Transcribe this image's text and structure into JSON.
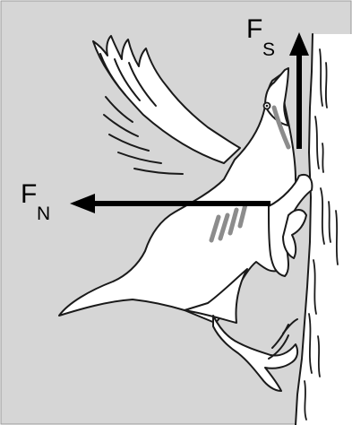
{
  "figure": {
    "background_color": "#d6d6d6",
    "tree_color": "#ffffff",
    "arrow_color": "#000000",
    "mark_color": "#8c8c8c"
  },
  "forces": {
    "shear": {
      "main": "F",
      "sub": "S",
      "direction": "up"
    },
    "normal": {
      "main": "F",
      "sub": "N",
      "direction": "left"
    }
  },
  "icons": [
    "bird-clinging-to-tree",
    "tree-trunk"
  ]
}
